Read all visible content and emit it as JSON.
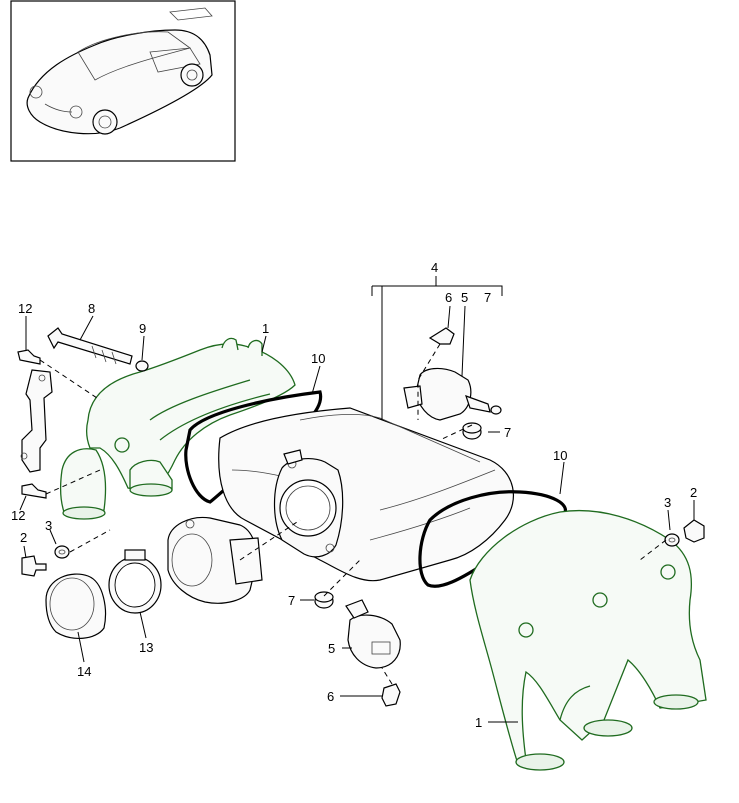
{
  "diagram": {
    "callouts": [
      {
        "id": "c-12-top",
        "text": "12"
      },
      {
        "id": "c-8",
        "text": "8"
      },
      {
        "id": "c-9",
        "text": "9"
      },
      {
        "id": "c-1-top",
        "text": "1"
      },
      {
        "id": "c-10-left",
        "text": "10"
      },
      {
        "id": "c-4",
        "text": "4"
      },
      {
        "id": "c-6-top",
        "text": "6"
      },
      {
        "id": "c-5-top",
        "text": "5"
      },
      {
        "id": "c-7-top",
        "text": "7"
      },
      {
        "id": "c-7-mid",
        "text": "7"
      },
      {
        "id": "c-10-right",
        "text": "10"
      },
      {
        "id": "c-3-right",
        "text": "3"
      },
      {
        "id": "c-2-right",
        "text": "2"
      },
      {
        "id": "c-12-bottom",
        "text": "12"
      },
      {
        "id": "c-3-left",
        "text": "3"
      },
      {
        "id": "c-2-left",
        "text": "2"
      },
      {
        "id": "c-14",
        "text": "14"
      },
      {
        "id": "c-13",
        "text": "13"
      },
      {
        "id": "c-7-low",
        "text": "7"
      },
      {
        "id": "c-5-low",
        "text": "5"
      },
      {
        "id": "c-6-low",
        "text": "6"
      },
      {
        "id": "c-1-bottom",
        "text": "1"
      }
    ],
    "colors": {
      "highlight": "#1f6b1f",
      "line": "#000000"
    }
  }
}
